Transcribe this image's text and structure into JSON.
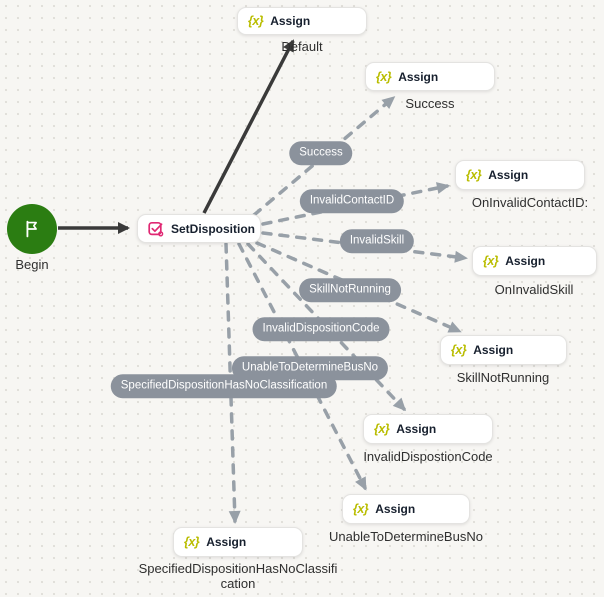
{
  "diagram": {
    "begin": {
      "caption": "Begin"
    },
    "set_disposition": {
      "title": "SetDisposition"
    },
    "assign_title": "Assign",
    "assign_icon_glyph": "{x}",
    "assigns": [
      {
        "caption": "Default"
      },
      {
        "caption": "Success"
      },
      {
        "caption": "OnInvalidContactID:"
      },
      {
        "caption": "OnInvalidSkill"
      },
      {
        "caption": "SkillNotRunning"
      },
      {
        "caption": "InvalidDispostionCode"
      },
      {
        "caption": "UnableToDetermineBusNo"
      },
      {
        "caption": "SpecifiedDispositionHasNoClassification"
      }
    ],
    "branch_labels": [
      {
        "label": "Success"
      },
      {
        "label": "InvalidContactID"
      },
      {
        "label": "InvalidSkill"
      },
      {
        "label": "SkillNotRunning"
      },
      {
        "label": "InvalidDispositionCode"
      },
      {
        "label": "UnableToDetermineBusNo"
      },
      {
        "label": "SpecifiedDispositionHasNoClassification"
      }
    ],
    "colors": {
      "begin_green": "#2b7d12",
      "set_disposition_pink": "#e02873",
      "assign_yellow": "#b9bd00",
      "connector_gray": "#98a0a8",
      "connector_black": "#3a3a3a",
      "branch_pill_gray": "#8b929c"
    }
  }
}
